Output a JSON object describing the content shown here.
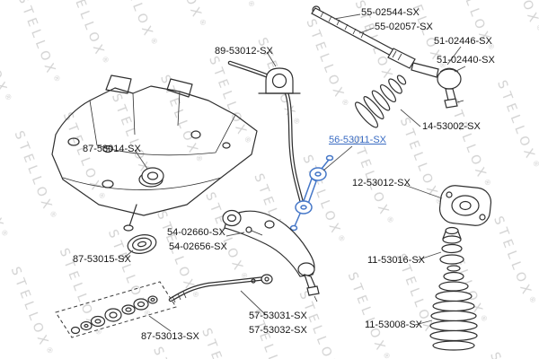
{
  "brand": "STELLOX",
  "watermark": {
    "text": "STELLOX",
    "reg": "®",
    "color": "#d2d2d2"
  },
  "colors": {
    "line": "#2f2f2f",
    "highlight": "#3a6cc3",
    "label": "#161616",
    "leader": "#4f4f4f"
  },
  "labels": [
    {
      "text": "55-02544-SX"
    },
    {
      "text": "55-02057-SX"
    },
    {
      "text": "51-02446-SX"
    },
    {
      "text": "51-02440-SX"
    },
    {
      "text": "89-53012-SX"
    },
    {
      "text": "14-53002-SX"
    },
    {
      "text": "87-53014-SX"
    },
    {
      "text": "56-53011-SX",
      "highlighted": true
    },
    {
      "text": "12-53012-SX"
    },
    {
      "text": "54-02660-SX"
    },
    {
      "text": "54-02656-SX"
    },
    {
      "text": "87-53015-SX"
    },
    {
      "text": "11-53016-SX"
    },
    {
      "text": "57-53031-SX"
    },
    {
      "text": "57-53032-SX"
    },
    {
      "text": "87-53013-SX"
    },
    {
      "text": "11-53008-SX"
    }
  ]
}
